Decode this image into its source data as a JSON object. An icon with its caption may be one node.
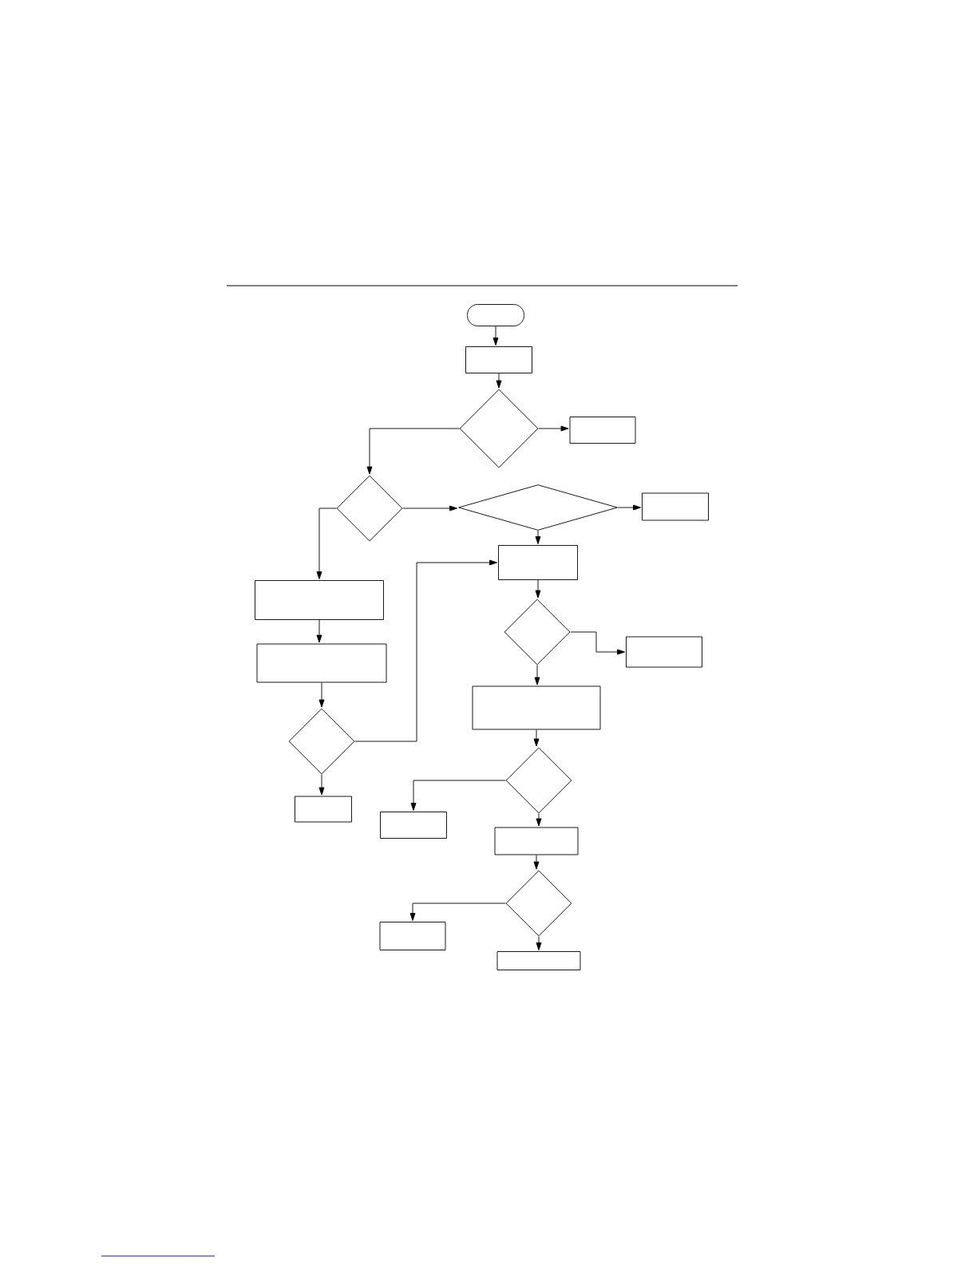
{
  "diagram": {
    "nodes": [
      {
        "text": [],
        "shape": "oval"
      },
      {
        "text": [],
        "shape": "box"
      },
      {
        "text": [],
        "shape": "diamond"
      },
      {
        "text": [],
        "shape": "box"
      },
      {
        "text": [],
        "shape": "diamond"
      },
      {
        "text": [],
        "shape": "diamond"
      },
      {
        "text": [],
        "shape": "box"
      },
      {
        "text": [],
        "shape": "box"
      },
      {
        "text": [],
        "shape": "box"
      },
      {
        "text": [],
        "shape": "box"
      },
      {
        "text": [],
        "shape": "diamond"
      },
      {
        "text": [],
        "shape": "box"
      },
      {
        "text": [],
        "shape": "diamond"
      },
      {
        "text": [],
        "shape": "box"
      },
      {
        "text": [],
        "shape": "box"
      },
      {
        "text": [],
        "shape": "diamond"
      },
      {
        "text": [],
        "shape": "box"
      },
      {
        "text": [],
        "shape": "box"
      },
      {
        "text": [],
        "shape": "diamond"
      },
      {
        "text": [],
        "shape": "box"
      },
      {
        "text": [],
        "shape": "box"
      }
    ],
    "edges": [
      {
        "from": 0,
        "to": 1,
        "arrow": "to"
      },
      {
        "from": 1,
        "to": 2,
        "arrow": "to"
      },
      {
        "from": 2,
        "to": 3,
        "arrow": "to"
      },
      {
        "from": 2,
        "to": 4,
        "arrow": "to"
      },
      {
        "from": 4,
        "to": 5,
        "arrow": "to"
      },
      {
        "from": 5,
        "to": 6,
        "arrow": "to"
      },
      {
        "from": 5,
        "to": 7,
        "arrow": "to"
      },
      {
        "from": 4,
        "to": 8,
        "arrow": "to"
      },
      {
        "from": 8,
        "to": 9,
        "arrow": "to"
      },
      {
        "from": 9,
        "to": 10,
        "arrow": "to"
      },
      {
        "from": 10,
        "to": 7,
        "arrow": "to"
      },
      {
        "from": 10,
        "to": 11,
        "arrow": "to"
      },
      {
        "from": 7,
        "to": 12,
        "arrow": "to"
      },
      {
        "from": 12,
        "to": 13,
        "arrow": "to"
      },
      {
        "from": 12,
        "to": 14,
        "arrow": "to"
      },
      {
        "from": 14,
        "to": 15,
        "arrow": "to"
      },
      {
        "from": 15,
        "to": 16,
        "arrow": "to"
      },
      {
        "from": 15,
        "to": 17,
        "arrow": "to"
      },
      {
        "from": 17,
        "to": 18,
        "arrow": "to"
      },
      {
        "from": 18,
        "to": 19,
        "arrow": "to"
      },
      {
        "from": 18,
        "to": 20,
        "arrow": "to"
      }
    ]
  }
}
